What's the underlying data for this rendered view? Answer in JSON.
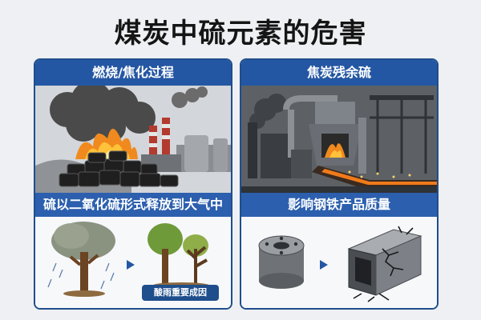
{
  "title": "煤炭中硫元素的危害",
  "panels": {
    "left": {
      "header": "燃烧/焦化过程",
      "caption": "硫以二氧化硫形式释放到大气中",
      "badge": "酸雨重要成因"
    },
    "right": {
      "header": "焦炭残余硫",
      "caption": "影响钢铁产品质量"
    }
  },
  "colors": {
    "header_blue": "#2457a3",
    "border_blue": "#1f4e8c",
    "fire": "#f08a1e",
    "smoke": "#4a4a4a"
  }
}
